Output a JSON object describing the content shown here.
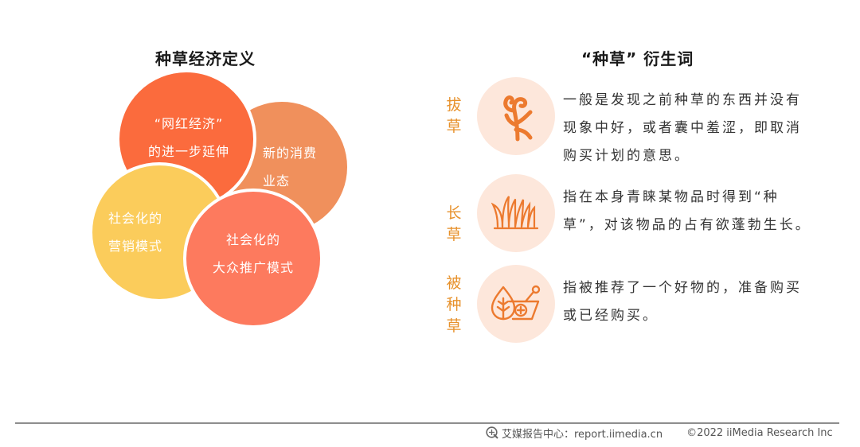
{
  "left_panel": {
    "title": "种草经济定义",
    "circles": [
      {
        "lines": [
          "“网红经济”",
          "的进一步延伸"
        ],
        "color": "#fb6b3d"
      },
      {
        "lines": [
          "新的消费",
          "业态"
        ],
        "color": "#f0905c"
      },
      {
        "lines": [
          "社会化的",
          "营销模式"
        ],
        "color": "#fbcc5b"
      },
      {
        "lines": [
          "社会化的",
          "大众推广模式"
        ],
        "color": "#fd7a5e"
      }
    ]
  },
  "right_panel": {
    "title": "“种草” 衍生词",
    "label_color": "#e7912b",
    "icon_bg_color": "#fde7db",
    "icon_color": "#ec7a2f",
    "terms": [
      {
        "label": [
          "拔",
          "草"
        ],
        "icon": "uprooted-plant-icon",
        "description": [
          "一般是发现之前种草的东西并没有",
          "现象中好，或者囊中羞涩，即取消",
          "购买计划的意思。"
        ]
      },
      {
        "label": [
          "长",
          "草"
        ],
        "icon": "grass-icon",
        "description": [
          "指在本身青睐某物品时得到“种",
          "草”，对该物品的占有欲蓬勃生长。"
        ]
      },
      {
        "label": [
          "被",
          "种",
          "草"
        ],
        "icon": "leaf-mortar-icon",
        "description": [
          "指被推荐了一个好物的，准备购买",
          "或已经购买。"
        ]
      }
    ]
  },
  "footer": {
    "source": "艾媒报告中心：report.iimedia.cn",
    "copyright": "©2022  iiMedia Research  Inc"
  }
}
